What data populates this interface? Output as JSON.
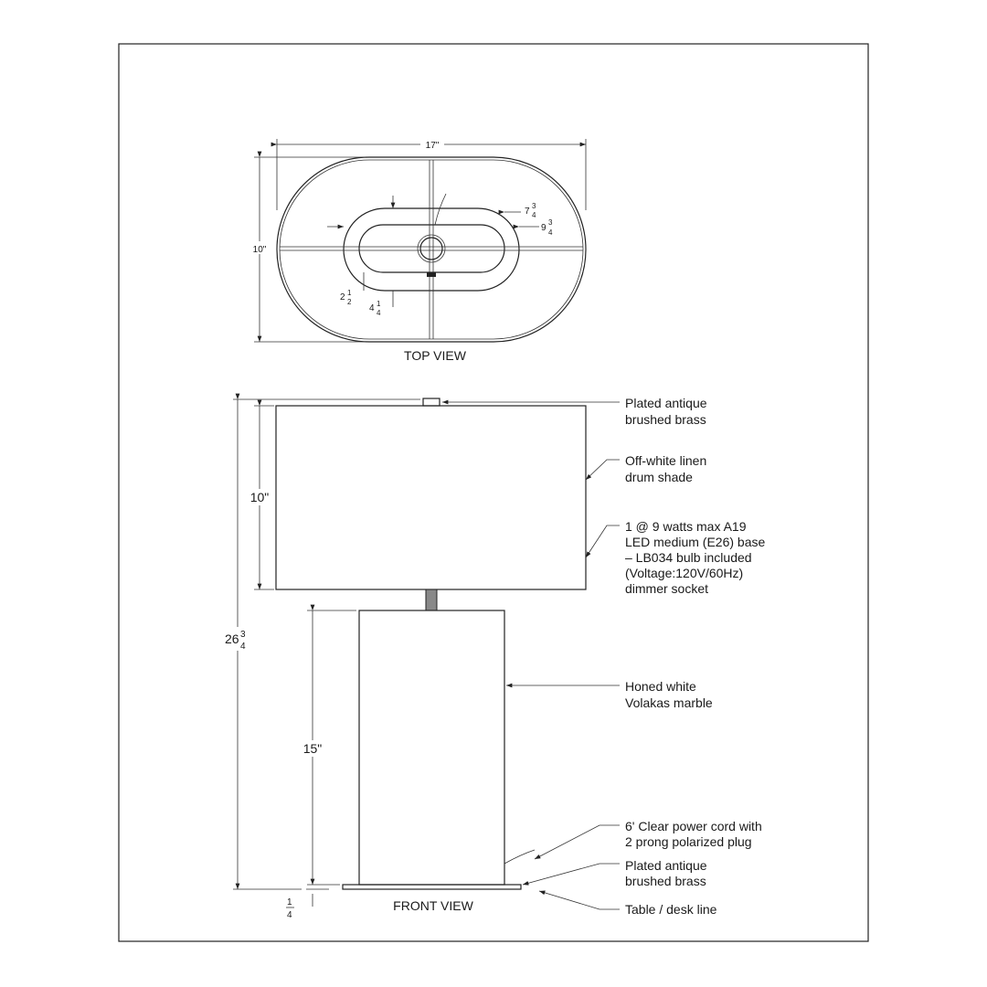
{
  "top_view": {
    "title": "TOP VIEW",
    "width": "17\"",
    "depth": "10\"",
    "dim_a": {
      "whole": "7",
      "num": "3",
      "den": "4"
    },
    "dim_b": {
      "whole": "9",
      "num": "3",
      "den": "4"
    },
    "dim_c": {
      "whole": "2",
      "num": "1",
      "den": "2"
    },
    "dim_d": {
      "whole": "4",
      "num": "1",
      "den": "4"
    }
  },
  "front_view": {
    "title": "FRONT VIEW",
    "overall_height": {
      "whole": "26",
      "num": "3",
      "den": "4"
    },
    "shade_height": "10\"",
    "base_height": "15\"",
    "plate_height": {
      "num": "1",
      "den": "4"
    },
    "callouts": [
      {
        "lines": [
          "Plated antique",
          "brushed brass"
        ]
      },
      {
        "lines": [
          "Off-white linen",
          "drum shade"
        ]
      },
      {
        "lines": [
          "1 @ 9 watts max A19",
          "LED medium (E26) base",
          "– LB034 bulb included",
          "(Voltage:120V/60Hz)",
          "dimmer socket"
        ]
      },
      {
        "lines": [
          "Honed white",
          "Volakas marble"
        ]
      },
      {
        "lines": [
          "6' Clear power cord with",
          "2 prong polarized plug"
        ]
      },
      {
        "lines": [
          "Plated antique",
          "brushed brass"
        ]
      },
      {
        "lines": [
          "Table / desk line"
        ]
      }
    ]
  }
}
